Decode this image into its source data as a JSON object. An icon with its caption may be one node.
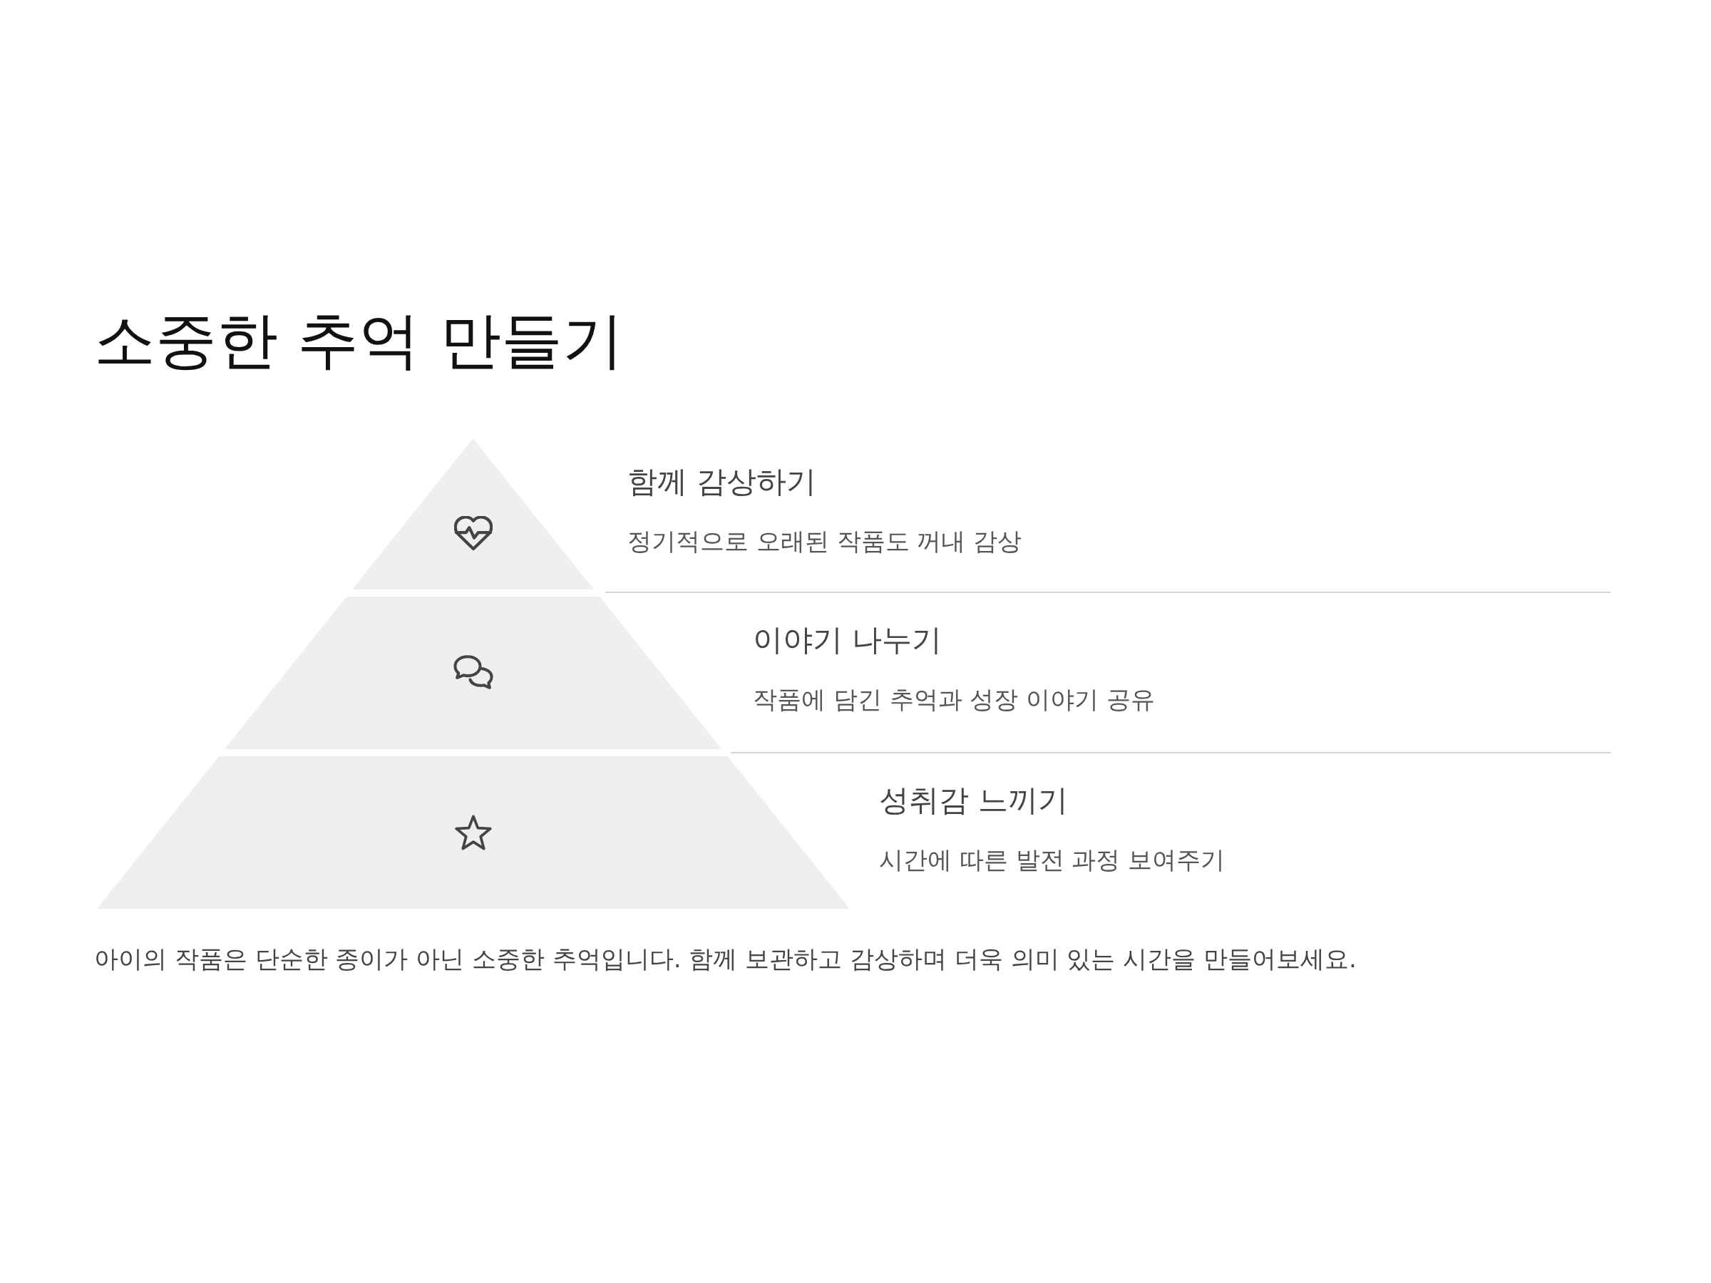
{
  "diagram": {
    "title": "소중한 추억 만들기",
    "caption": "아이의 작품은 단순한 종이가 아닌 소중한 추억입니다. 함께 보관하고 감상하며 더욱 의미 있는 시간을 만들어보세요.",
    "nodes": [
      {
        "text": [],
        "shape": "triangle",
        "beside": [
          "함께 감상하기",
          "정기적으로 오래된 작품도 꺼내 감상"
        ]
      },
      {
        "text": [],
        "shape": "trapezoid",
        "beside": [
          "이야기 나누기",
          "작품에 담긴 추억과 성장 이야기 공유"
        ]
      },
      {
        "text": [],
        "shape": "trapezoid",
        "beside": [
          "성취감 느끼기",
          "시간에 따른 발전 과정 보여주기"
        ]
      }
    ]
  }
}
